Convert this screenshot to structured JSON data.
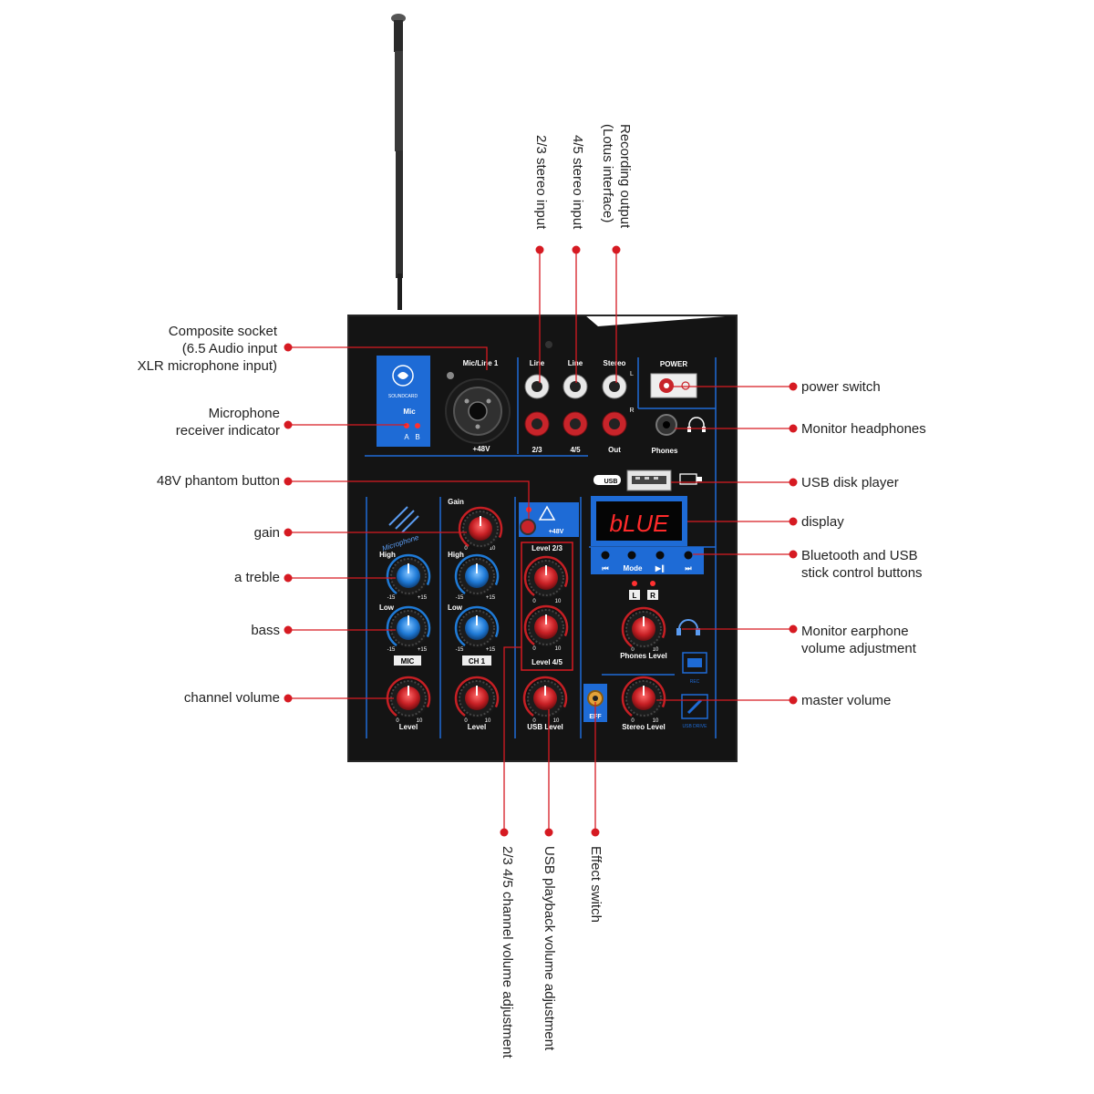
{
  "colors": {
    "panel": "#141414",
    "panel_blue": "#1e6bd6",
    "callout_red": "#d61a22",
    "knob_red": "#c61f24",
    "knob_blue": "#1f7ad6",
    "display_red": "#ff2a2a"
  },
  "callouts": {
    "left": {
      "composite_socket": [
        "Composite socket",
        "(6.5 Audio input",
        "XLR microphone input)"
      ],
      "mic_indicator": [
        "Microphone",
        "receiver indicator"
      ],
      "phantom": "48V phantom button",
      "gain": "gain",
      "treble": "a treble",
      "bass": "bass",
      "channel_volume": "channel volume"
    },
    "right": {
      "power_switch": "power switch",
      "headphones": "Monitor headphones",
      "usb_player": "USB disk player",
      "display": "display",
      "bt_buttons": [
        "Bluetooth and USB",
        "stick control buttons"
      ],
      "earphone_volume": [
        "Monitor earphone",
        "volume adjustment"
      ],
      "master_volume": "master volume"
    },
    "top": {
      "stereo23": "2/3 stereo input",
      "stereo45": "4/5 stereo input",
      "recording": [
        "Recording output",
        "(Lotus interface)"
      ]
    },
    "bottom": {
      "channel_volume_2345": "2/3 4/5 channel volume adjustment",
      "usb_playback": "USB playback volume adjustment",
      "effect_switch": "Effect switch"
    }
  },
  "device": {
    "soundcard_badge": "SOUNDCARD",
    "mic_badge": "Mic",
    "indicator_a": "A",
    "indicator_b": "B",
    "mic_line1": "Mic/Line 1",
    "plus48v_under": "+48V",
    "line_a": "Line",
    "line_b": "Line",
    "stereo": "Stereo",
    "l": "L",
    "r": "R",
    "in23": "2/3",
    "in45": "4/5",
    "out": "Out",
    "power": "POWER",
    "phones": "Phones",
    "usb_tag": "USB",
    "display_text": "bLUE",
    "bt_buttons": [
      "⏮",
      "Mode",
      "▶∥",
      "⏭"
    ],
    "meter_l": "L",
    "meter_r": "R",
    "phantom_btn": "+48V",
    "microphone_logo": "Microphone",
    "gain": "Gain",
    "high": "High",
    "low": "Low",
    "tone_min": "-15",
    "tone_max": "+15",
    "lvl_min": "0",
    "lvl_max": "10",
    "mic_ch": "MIC",
    "ch1": "CH 1",
    "level": "Level",
    "level23": "Level 2/3",
    "level45": "Level 4/5",
    "usb_level": "USB Level",
    "eff": "EFF",
    "phones_level": "Phones Level",
    "stereo_level": "Stereo Level",
    "rec": "REC",
    "usb_drive": "USB DRIVE"
  }
}
